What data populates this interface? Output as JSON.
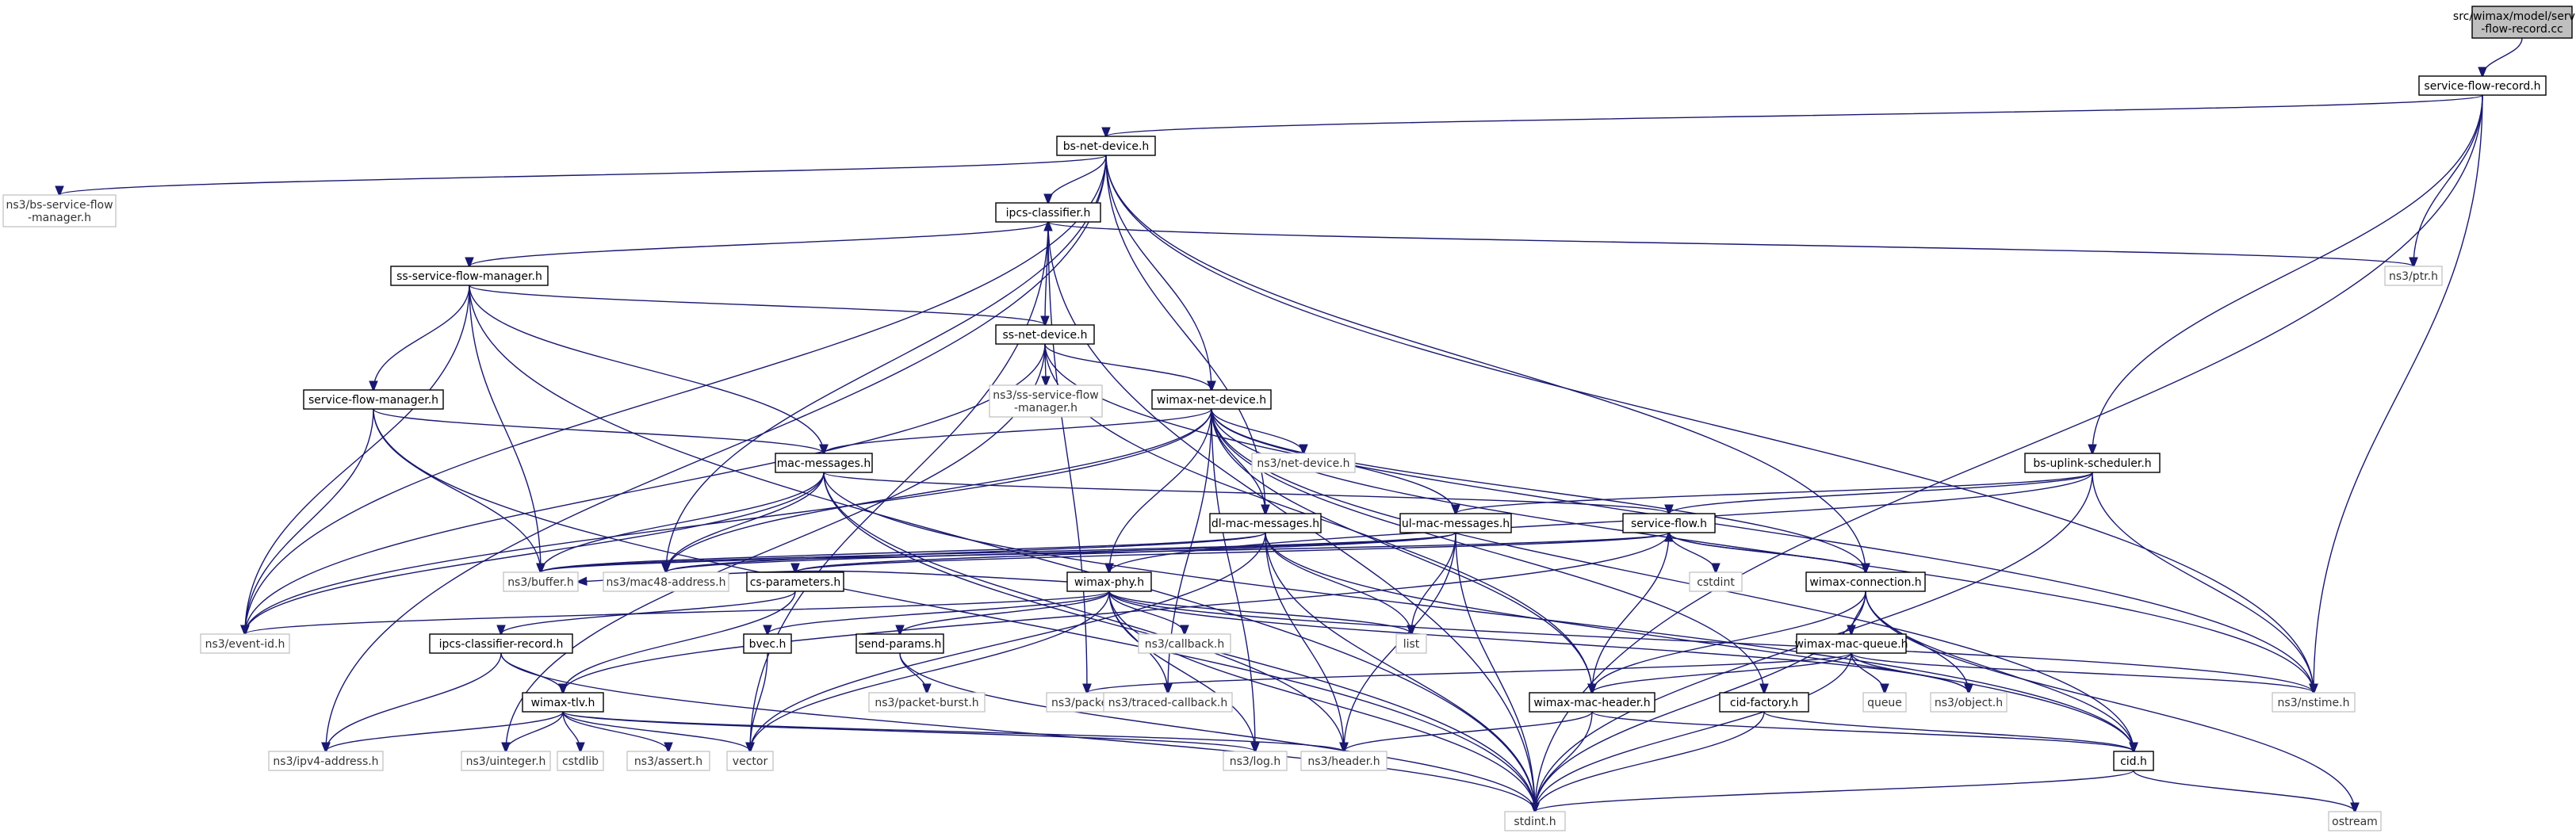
{
  "diagram": {
    "nodes": [
      {
        "id": "root",
        "lines": [
          "src/wimax/model/service",
          "-flow-record.cc"
        ],
        "kind": "root"
      },
      {
        "id": "sfr",
        "lines": [
          "service-flow-record.h"
        ],
        "kind": "normal"
      },
      {
        "id": "bsnd",
        "lines": [
          "bs-net-device.h"
        ],
        "kind": "normal"
      },
      {
        "id": "bssfm",
        "lines": [
          "ns3/bs-service-flow",
          "-manager.h"
        ],
        "kind": "missing"
      },
      {
        "id": "ipcs",
        "lines": [
          "ipcs-classifier.h"
        ],
        "kind": "normal"
      },
      {
        "id": "ptr",
        "lines": [
          "ns3/ptr.h"
        ],
        "kind": "missing"
      },
      {
        "id": "sssfm",
        "lines": [
          "ss-service-flow-manager.h"
        ],
        "kind": "normal"
      },
      {
        "id": "ssnd",
        "lines": [
          "ss-net-device.h"
        ],
        "kind": "normal"
      },
      {
        "id": "ns3sssfm",
        "lines": [
          "ns3/ss-service-flow",
          "-manager.h"
        ],
        "kind": "missing"
      },
      {
        "id": "sfm",
        "lines": [
          "service-flow-manager.h"
        ],
        "kind": "normal"
      },
      {
        "id": "wnd",
        "lines": [
          "wimax-net-device.h"
        ],
        "kind": "normal"
      },
      {
        "id": "netdev",
        "lines": [
          "ns3/net-device.h"
        ],
        "kind": "missing"
      },
      {
        "id": "macmsg",
        "lines": [
          "mac-messages.h"
        ],
        "kind": "normal"
      },
      {
        "id": "bsus",
        "lines": [
          "bs-uplink-scheduler.h"
        ],
        "kind": "normal"
      },
      {
        "id": "dlmac",
        "lines": [
          "dl-mac-messages.h"
        ],
        "kind": "normal"
      },
      {
        "id": "ulmac",
        "lines": [
          "ul-mac-messages.h"
        ],
        "kind": "normal"
      },
      {
        "id": "sf",
        "lines": [
          "service-flow.h"
        ],
        "kind": "normal"
      },
      {
        "id": "buffer",
        "lines": [
          "ns3/buffer.h"
        ],
        "kind": "missing"
      },
      {
        "id": "mac48",
        "lines": [
          "ns3/mac48-address.h"
        ],
        "kind": "missing"
      },
      {
        "id": "csparam",
        "lines": [
          "cs-parameters.h"
        ],
        "kind": "normal"
      },
      {
        "id": "wphy",
        "lines": [
          "wimax-phy.h"
        ],
        "kind": "normal"
      },
      {
        "id": "cstdint",
        "lines": [
          "cstdint"
        ],
        "kind": "missing"
      },
      {
        "id": "wconn",
        "lines": [
          "wimax-connection.h"
        ],
        "kind": "normal"
      },
      {
        "id": "eventid",
        "lines": [
          "ns3/event-id.h"
        ],
        "kind": "missing"
      },
      {
        "id": "ipcscr",
        "lines": [
          "ipcs-classifier-record.h"
        ],
        "kind": "normal"
      },
      {
        "id": "bvec",
        "lines": [
          "bvec.h"
        ],
        "kind": "normal"
      },
      {
        "id": "sendp",
        "lines": [
          "send-params.h"
        ],
        "kind": "normal"
      },
      {
        "id": "callback",
        "lines": [
          "ns3/callback.h"
        ],
        "kind": "missing"
      },
      {
        "id": "list",
        "lines": [
          "list"
        ],
        "kind": "missing"
      },
      {
        "id": "wmq",
        "lines": [
          "wimax-mac-queue.h"
        ],
        "kind": "normal"
      },
      {
        "id": "packet",
        "lines": [
          "ns3/packet.h"
        ],
        "kind": "missing"
      },
      {
        "id": "pburst",
        "lines": [
          "ns3/packet-burst.h"
        ],
        "kind": "missing"
      },
      {
        "id": "traced",
        "lines": [
          "ns3/traced-callback.h"
        ],
        "kind": "missing"
      },
      {
        "id": "queue",
        "lines": [
          "queue"
        ],
        "kind": "missing"
      },
      {
        "id": "object",
        "lines": [
          "ns3/object.h"
        ],
        "kind": "missing"
      },
      {
        "id": "nstime",
        "lines": [
          "ns3/nstime.h"
        ],
        "kind": "missing"
      },
      {
        "id": "wmh",
        "lines": [
          "wimax-mac-header.h"
        ],
        "kind": "normal"
      },
      {
        "id": "cidf",
        "lines": [
          "cid-factory.h"
        ],
        "kind": "normal"
      },
      {
        "id": "tlv",
        "lines": [
          "wimax-tlv.h"
        ],
        "kind": "normal"
      },
      {
        "id": "ipv4",
        "lines": [
          "ns3/ipv4-address.h"
        ],
        "kind": "missing"
      },
      {
        "id": "uinteger",
        "lines": [
          "ns3/uinteger.h"
        ],
        "kind": "missing"
      },
      {
        "id": "cstdlib",
        "lines": [
          "cstdlib"
        ],
        "kind": "missing"
      },
      {
        "id": "assert",
        "lines": [
          "ns3/assert.h"
        ],
        "kind": "missing"
      },
      {
        "id": "vector",
        "lines": [
          "vector"
        ],
        "kind": "missing"
      },
      {
        "id": "log",
        "lines": [
          "ns3/log.h"
        ],
        "kind": "missing"
      },
      {
        "id": "header",
        "lines": [
          "ns3/header.h"
        ],
        "kind": "missing"
      },
      {
        "id": "cid",
        "lines": [
          "cid.h"
        ],
        "kind": "normal"
      },
      {
        "id": "stdint",
        "lines": [
          "stdint.h"
        ],
        "kind": "missing"
      },
      {
        "id": "ostream",
        "lines": [
          "ostream"
        ],
        "kind": "missing"
      }
    ],
    "edges": [
      [
        "root",
        "sfr"
      ],
      [
        "sfr",
        "bsnd"
      ],
      [
        "sfr",
        "ptr"
      ],
      [
        "sfr",
        "bsus"
      ],
      [
        "sfr",
        "nstime"
      ],
      [
        "sfr",
        "stdint"
      ],
      [
        "bsnd",
        "bssfm"
      ],
      [
        "bsnd",
        "ipcs"
      ],
      [
        "bsnd",
        "wnd"
      ],
      [
        "bsnd",
        "dlmac"
      ],
      [
        "bsnd",
        "wconn"
      ],
      [
        "bsnd",
        "mac48"
      ],
      [
        "bsnd",
        "eventid"
      ],
      [
        "bsnd",
        "ipv4"
      ],
      [
        "bsnd",
        "nstime"
      ],
      [
        "ipcs",
        "sssfm"
      ],
      [
        "ipcs",
        "ptr"
      ],
      [
        "ipcs",
        "packet"
      ],
      [
        "ipcs",
        "vector"
      ],
      [
        "ipcs",
        "stdint"
      ],
      [
        "sssfm",
        "ssnd"
      ],
      [
        "sssfm",
        "sfm"
      ],
      [
        "sssfm",
        "macmsg"
      ],
      [
        "sssfm",
        "buffer"
      ],
      [
        "sssfm",
        "eventid"
      ],
      [
        "sssfm",
        "stdint"
      ],
      [
        "ssnd",
        "ipcs"
      ],
      [
        "ssnd",
        "ns3sssfm"
      ],
      [
        "ssnd",
        "wnd"
      ],
      [
        "ssnd",
        "wmh"
      ],
      [
        "ssnd",
        "eventid"
      ],
      [
        "ssnd",
        "nstime"
      ],
      [
        "ssnd",
        "uinteger"
      ],
      [
        "sfm",
        "macmsg"
      ],
      [
        "sfm",
        "buffer"
      ],
      [
        "sfm",
        "eventid"
      ],
      [
        "sfm",
        "stdint"
      ],
      [
        "wnd",
        "netdev"
      ],
      [
        "wnd",
        "macmsg"
      ],
      [
        "wnd",
        "dlmac"
      ],
      [
        "wnd",
        "ulmac"
      ],
      [
        "wnd",
        "wphy"
      ],
      [
        "wnd",
        "wconn"
      ],
      [
        "wnd",
        "wmh"
      ],
      [
        "wnd",
        "cidf"
      ],
      [
        "wnd",
        "traced"
      ],
      [
        "wnd",
        "log"
      ],
      [
        "wnd",
        "mac48"
      ],
      [
        "wnd",
        "nstime"
      ],
      [
        "wnd",
        "cid"
      ],
      [
        "wnd",
        "eventid"
      ],
      [
        "macmsg",
        "sf"
      ],
      [
        "macmsg",
        "buffer"
      ],
      [
        "macmsg",
        "mac48"
      ],
      [
        "macmsg",
        "header"
      ],
      [
        "macmsg",
        "cid"
      ],
      [
        "macmsg",
        "eventid"
      ],
      [
        "macmsg",
        "stdint"
      ],
      [
        "bsus",
        "sf"
      ],
      [
        "bsus",
        "ulmac"
      ],
      [
        "bsus",
        "wphy"
      ],
      [
        "bsus",
        "nstime"
      ],
      [
        "bsus",
        "stdint"
      ],
      [
        "dlmac",
        "buffer"
      ],
      [
        "dlmac",
        "mac48"
      ],
      [
        "dlmac",
        "list"
      ],
      [
        "dlmac",
        "header"
      ],
      [
        "dlmac",
        "vector"
      ],
      [
        "dlmac",
        "stdint"
      ],
      [
        "dlmac",
        "cid"
      ],
      [
        "ulmac",
        "buffer"
      ],
      [
        "ulmac",
        "mac48"
      ],
      [
        "ulmac",
        "list"
      ],
      [
        "ulmac",
        "header"
      ],
      [
        "ulmac",
        "stdint"
      ],
      [
        "ulmac",
        "csparam"
      ],
      [
        "sf",
        "wconn"
      ],
      [
        "sf",
        "wmh"
      ],
      [
        "sf",
        "csparam"
      ],
      [
        "sf",
        "cstdint"
      ],
      [
        "sf",
        "buffer"
      ],
      [
        "sf",
        "tlv"
      ],
      [
        "wconn",
        "sf"
      ],
      [
        "wconn",
        "wmq"
      ],
      [
        "wconn",
        "wmh"
      ],
      [
        "wconn",
        "cid"
      ],
      [
        "wconn",
        "object"
      ],
      [
        "wconn",
        "stdint"
      ],
      [
        "wconn",
        "ostream"
      ],
      [
        "csparam",
        "ipcscr"
      ],
      [
        "csparam",
        "tlv"
      ],
      [
        "wphy",
        "bvec"
      ],
      [
        "wphy",
        "sendp"
      ],
      [
        "wphy",
        "callback"
      ],
      [
        "wphy",
        "list"
      ],
      [
        "wphy",
        "traced"
      ],
      [
        "wphy",
        "log"
      ],
      [
        "wphy",
        "nstime"
      ],
      [
        "wphy",
        "object"
      ],
      [
        "wphy",
        "vector"
      ],
      [
        "wphy",
        "eventid"
      ],
      [
        "wphy",
        "stdint"
      ],
      [
        "wphy",
        "buffer"
      ],
      [
        "ipcscr",
        "tlv"
      ],
      [
        "ipcscr",
        "ipv4"
      ],
      [
        "ipcscr",
        "stdint"
      ],
      [
        "bvec",
        "vector"
      ],
      [
        "sendp",
        "pburst"
      ],
      [
        "sendp",
        "stdint"
      ],
      [
        "wmq",
        "wmh"
      ],
      [
        "wmq",
        "queue"
      ],
      [
        "wmq",
        "object"
      ],
      [
        "wmq",
        "nstime"
      ],
      [
        "wmq",
        "packet"
      ],
      [
        "wmq",
        "stdint"
      ],
      [
        "wmh",
        "header"
      ],
      [
        "wmh",
        "cid"
      ],
      [
        "wmh",
        "stdint"
      ],
      [
        "cidf",
        "cid"
      ],
      [
        "cidf",
        "stdint"
      ],
      [
        "tlv",
        "ipv4"
      ],
      [
        "tlv",
        "uinteger"
      ],
      [
        "tlv",
        "cstdlib"
      ],
      [
        "tlv",
        "assert"
      ],
      [
        "tlv",
        "vector"
      ],
      [
        "tlv",
        "log"
      ],
      [
        "tlv",
        "header"
      ],
      [
        "cid",
        "stdint"
      ],
      [
        "cid",
        "ostream"
      ]
    ]
  }
}
